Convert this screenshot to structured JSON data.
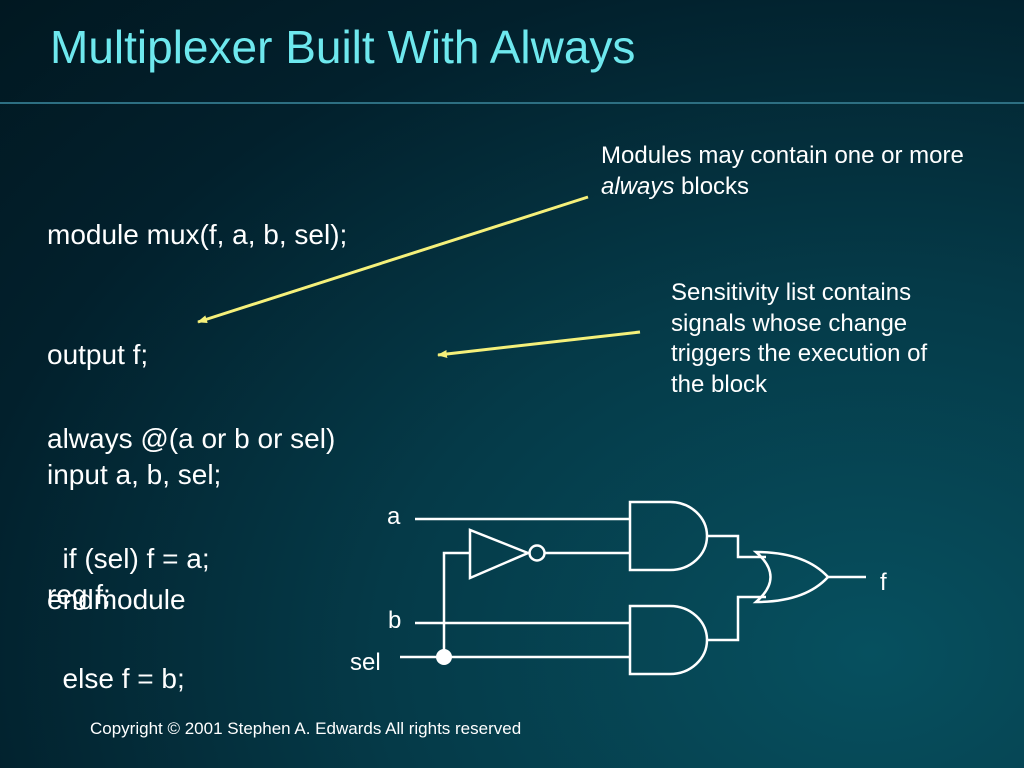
{
  "slide": {
    "title": "Multiplexer Built With Always",
    "code_block_1": [
      "module mux(f, a, b, sel);",
      "output f;",
      "input a, b, sel;",
      "reg f;"
    ],
    "code_block_2": [
      "always @(a or b or sel)",
      "  if (sel) f = a;",
      "  else f = b;"
    ],
    "code_block_3": [
      "endmodule"
    ],
    "note_modules": {
      "before": "Modules may contain one or more ",
      "emphasis": "always",
      "after": " blocks"
    },
    "note_sensitivity": "Sensitivity list contains signals whose change triggers the execution of the block",
    "circuit": {
      "label_a": "a",
      "label_b": "b",
      "label_sel": "sel",
      "label_f": "f"
    },
    "copyright": "Copyright © 2001 Stephen A. Edwards  All rights reserved"
  },
  "colors": {
    "title": "#6ee8ee",
    "arrow": "#f5f07a",
    "text": "#ffffff"
  }
}
